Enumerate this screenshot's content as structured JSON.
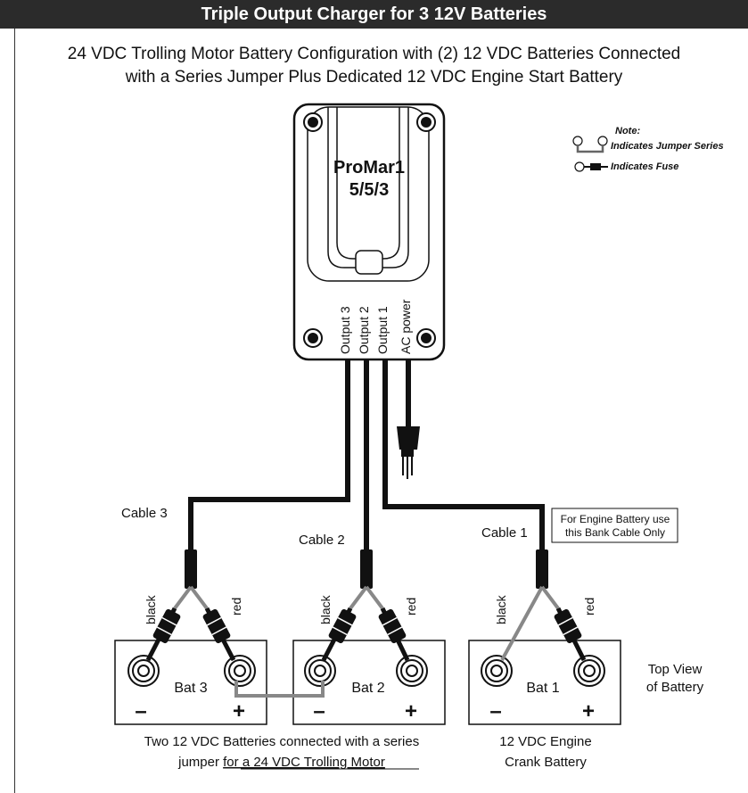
{
  "title": "Triple Output Charger for 3 12V Batteries",
  "subtitle_line1": "24 VDC Trolling Motor Battery Configuration with (2) 12 VDC Batteries Connected",
  "subtitle_line2": "with a Series Jumper Plus Dedicated 12 VDC Engine Start Battery",
  "charger": {
    "name": "ProMar1",
    "model": "5/5/3",
    "ports": [
      "Output 3",
      "Output 2",
      "Output 1",
      "AC power"
    ]
  },
  "legend": {
    "note": "Note:",
    "jumper": "Indicates Jumper Series",
    "fuse": "Indicates Fuse"
  },
  "cables": {
    "cable3": "Cable 3",
    "cable2": "Cable 2",
    "cable1": "Cable 1",
    "engine_note_line1": "For Engine Battery use",
    "engine_note_line2": "this Bank Cable Only"
  },
  "wire_labels": {
    "black": "black",
    "red": "red"
  },
  "batteries": [
    {
      "label": "Bat 3",
      "neg": "–",
      "pos": "+"
    },
    {
      "label": "Bat 2",
      "neg": "–",
      "pos": "+"
    },
    {
      "label": "Bat 1",
      "neg": "–",
      "pos": "+"
    }
  ],
  "top_view_line1": "Top View",
  "top_view_line2": "of Battery",
  "caption_left_line1": "Two 12 VDC Batteries connected with a series",
  "caption_left_line2a": "jumper ",
  "caption_left_line2b": "for a 24 VDC Trolling Motor",
  "caption_right_line1": "12 VDC Engine",
  "caption_right_line2": "Crank Battery",
  "colors": {
    "title_bg": "#2b2b2b",
    "wire": "#111111",
    "jumper": "#888888",
    "lead": "#888888"
  }
}
